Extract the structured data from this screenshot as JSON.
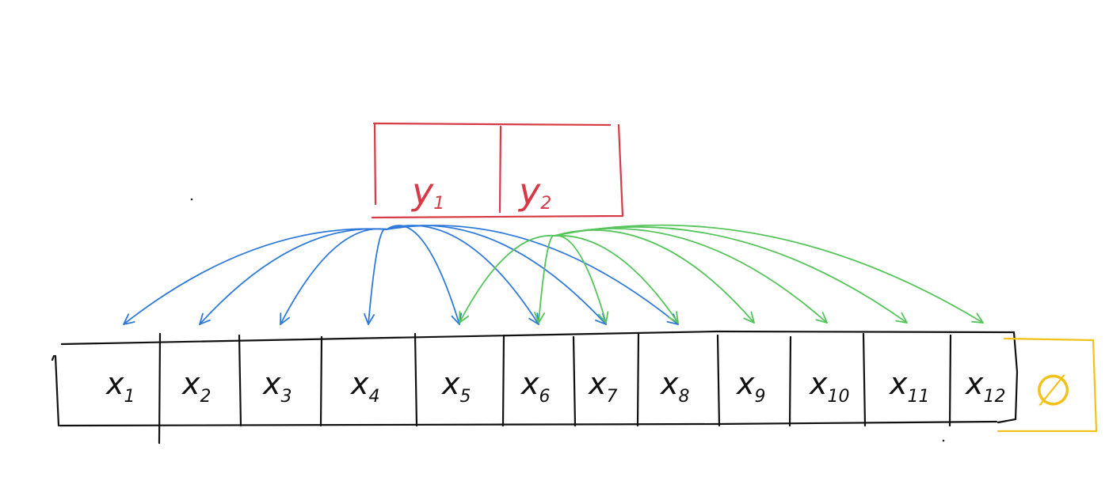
{
  "colors": {
    "y_block": "#d63a47",
    "y1_arrows": "#2f7ad9",
    "y2_arrows": "#55c45a",
    "x_block": "#111111",
    "null_block": "#f2c21b"
  },
  "y_block": {
    "cells": [
      {
        "base": "y",
        "sub": "1"
      },
      {
        "base": "y",
        "sub": "2"
      }
    ]
  },
  "x_block": {
    "cells": [
      {
        "base": "x",
        "sub": "1"
      },
      {
        "base": "x",
        "sub": "2"
      },
      {
        "base": "x",
        "sub": "3"
      },
      {
        "base": "x",
        "sub": "4"
      },
      {
        "base": "x",
        "sub": "5"
      },
      {
        "base": "x",
        "sub": "6"
      },
      {
        "base": "x",
        "sub": "7"
      },
      {
        "base": "x",
        "sub": "8"
      },
      {
        "base": "x",
        "sub": "9"
      },
      {
        "base": "x",
        "sub": "10"
      },
      {
        "base": "x",
        "sub": "11"
      },
      {
        "base": "x",
        "sub": "12"
      }
    ]
  },
  "null_block": {
    "symbol": "∅"
  },
  "arrows": {
    "from_y1_to_x": [
      1,
      2,
      3,
      4,
      5,
      6,
      7,
      8
    ],
    "from_y2_to_x": [
      5,
      6,
      7,
      8,
      9,
      10,
      11,
      12
    ]
  }
}
